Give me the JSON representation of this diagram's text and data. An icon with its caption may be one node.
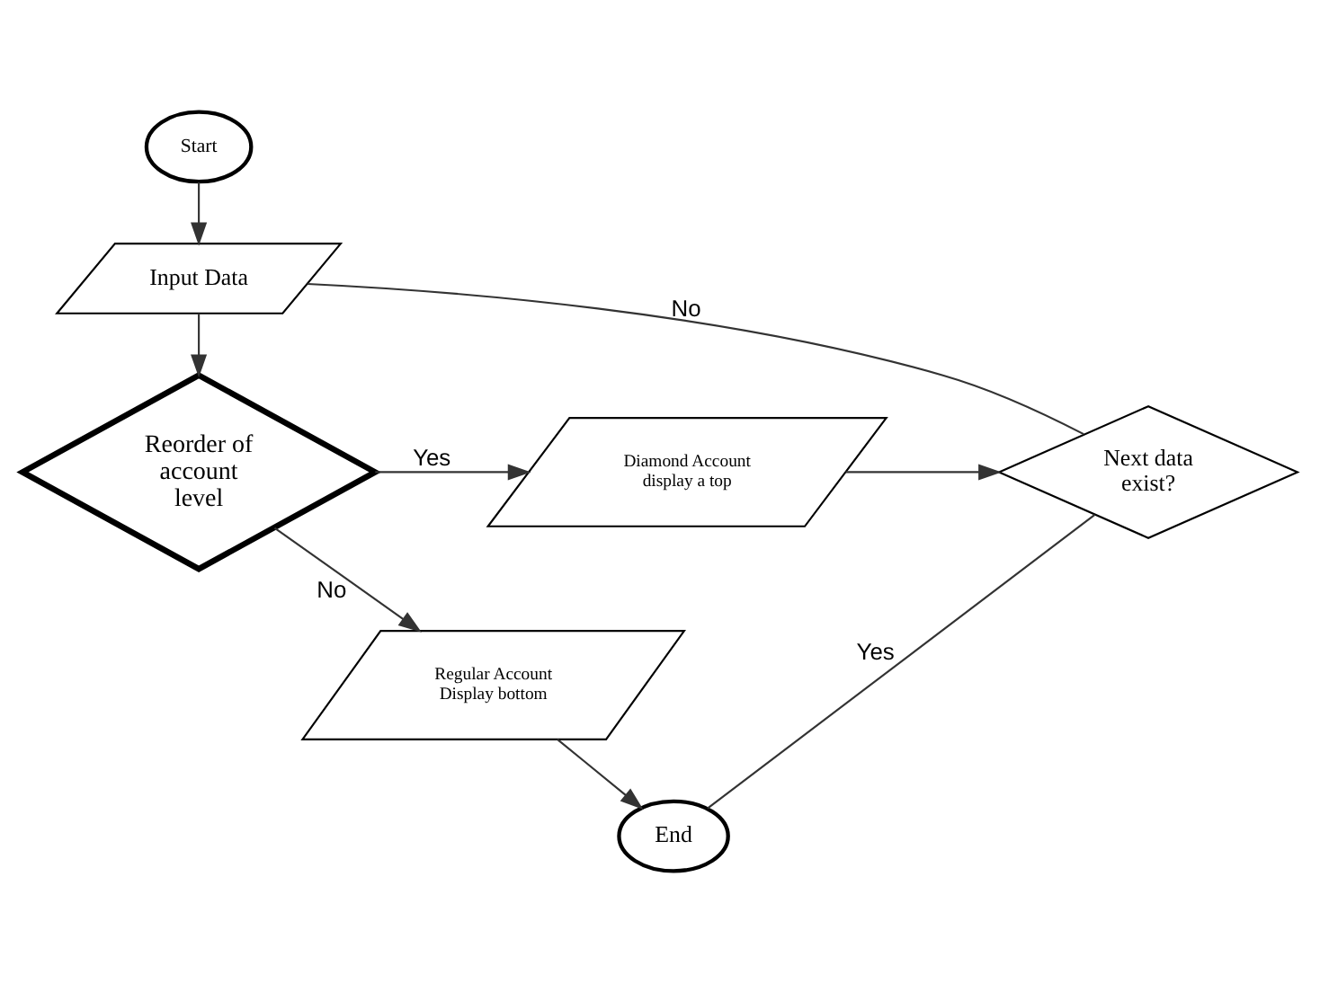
{
  "diagram": {
    "nodes": [
      {
        "text": [
          "Start"
        ]
      },
      {
        "text": [
          "Input Data"
        ]
      },
      {
        "text": [
          "Reorder of account level"
        ]
      },
      {
        "text": [
          "Diamond Account display a top"
        ]
      },
      {
        "text": [
          "Next data exist?"
        ]
      },
      {
        "text": [
          "Regular Account Display bottom"
        ]
      },
      {
        "text": [
          "End"
        ]
      }
    ],
    "edges": [
      {
        "from": 0,
        "to": 1,
        "arrow": "to"
      },
      {
        "from": 1,
        "to": 2,
        "arrow": "to"
      },
      {
        "from": 2,
        "to": 3,
        "arrow": "to",
        "label": "Yes"
      },
      {
        "from": 3,
        "to": 4,
        "arrow": "to"
      },
      {
        "from": 4,
        "to": 1,
        "arrow": "none",
        "label": "No"
      },
      {
        "from": 2,
        "to": 5,
        "arrow": "to",
        "label": "No"
      },
      {
        "from": 5,
        "to": 6,
        "arrow": "to"
      },
      {
        "from": 4,
        "to": 6,
        "arrow": "none",
        "label": "Yes"
      }
    ]
  }
}
